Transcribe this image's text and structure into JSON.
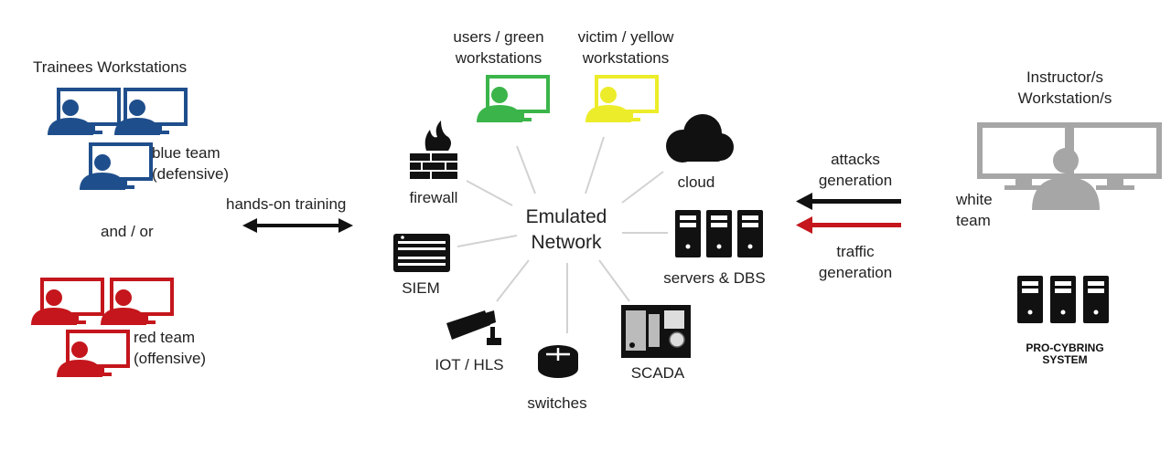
{
  "colors": {
    "blue": "#1f4e8c",
    "red": "#c4161c",
    "green": "#3bb54a",
    "yellow": "#ecec2a",
    "gray": "#a6a6a6",
    "black": "#111111",
    "spoke": "#d2d2d2",
    "system_box": "#e6e9ef"
  },
  "trainees": {
    "title": "Trainees Workstations",
    "blue_team": [
      "blue team",
      "(defensive)"
    ],
    "and_or": "and / or",
    "red_team": [
      "red team",
      "(offensive)"
    ]
  },
  "hands_on": {
    "label": "hands-on training"
  },
  "center": {
    "label": [
      "Emulated",
      "Network"
    ]
  },
  "nodes": {
    "users": [
      "users / green",
      "workstations"
    ],
    "victim": [
      "victim / yellow",
      "workstations"
    ],
    "firewall": "firewall",
    "cloud": "cloud",
    "siem": "SIEM",
    "servers": "servers & DBS",
    "iot": "IOT / HLS",
    "switches": "switches",
    "scada": "SCADA"
  },
  "instructor": {
    "title": [
      "Instructor/s",
      "Workstation/s"
    ],
    "white_team": [
      "white",
      "team"
    ],
    "attacks": [
      "attacks",
      "generation"
    ],
    "traffic": [
      "traffic",
      "generation"
    ]
  },
  "system": {
    "label": [
      "PRO-CYBRING",
      "SYSTEM"
    ]
  },
  "icons": [
    "user-workstation-icon",
    "firewall-icon",
    "cloud-icon",
    "siem-icon",
    "server-rack-icon",
    "camera-icon",
    "router-icon",
    "scada-panel-icon"
  ]
}
